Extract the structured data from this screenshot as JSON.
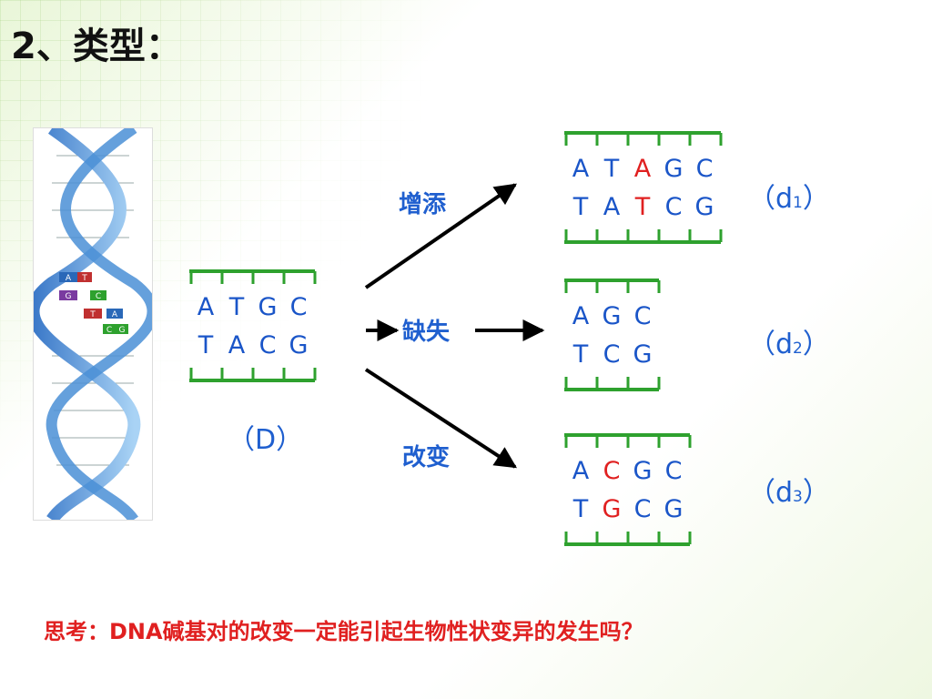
{
  "title": "2、类型：",
  "original": {
    "label": "（D）",
    "top": [
      "A",
      "T",
      "G",
      "C"
    ],
    "bottom": [
      "T",
      "A",
      "C",
      "G"
    ]
  },
  "mutations": [
    {
      "type": "增添",
      "label_text": "（d",
      "label_sub": "1",
      "label_end": "）",
      "top": [
        "A",
        "T",
        "A",
        "G",
        "C"
      ],
      "bottom": [
        "T",
        "A",
        "T",
        "C",
        "G"
      ],
      "highlight": [
        2
      ]
    },
    {
      "type": "缺失",
      "label_text": "（d",
      "label_sub": "2",
      "label_end": "）",
      "top": [
        "A",
        "G",
        "C"
      ],
      "bottom": [
        "T",
        "C",
        "G"
      ],
      "highlight": []
    },
    {
      "type": "改变",
      "label_text": "（d",
      "label_sub": "3",
      "label_end": "）",
      "top": [
        "A",
        "C",
        "G",
        "C"
      ],
      "bottom": [
        "T",
        "G",
        "C",
        "G"
      ],
      "highlight": [
        1
      ]
    }
  ],
  "helix_bases": [
    "A",
    "T",
    "G",
    "C",
    "T",
    "A",
    "C",
    "G"
  ],
  "question": "思考：DNA碱基对的改变一定能引起生物性状变异的发生吗？",
  "colors": {
    "strand": "#2ea12e",
    "base": "#1a55c8",
    "highlight": "#e02020",
    "arrow": "#000000",
    "label": "#1f5fcf",
    "question": "#e02020"
  }
}
